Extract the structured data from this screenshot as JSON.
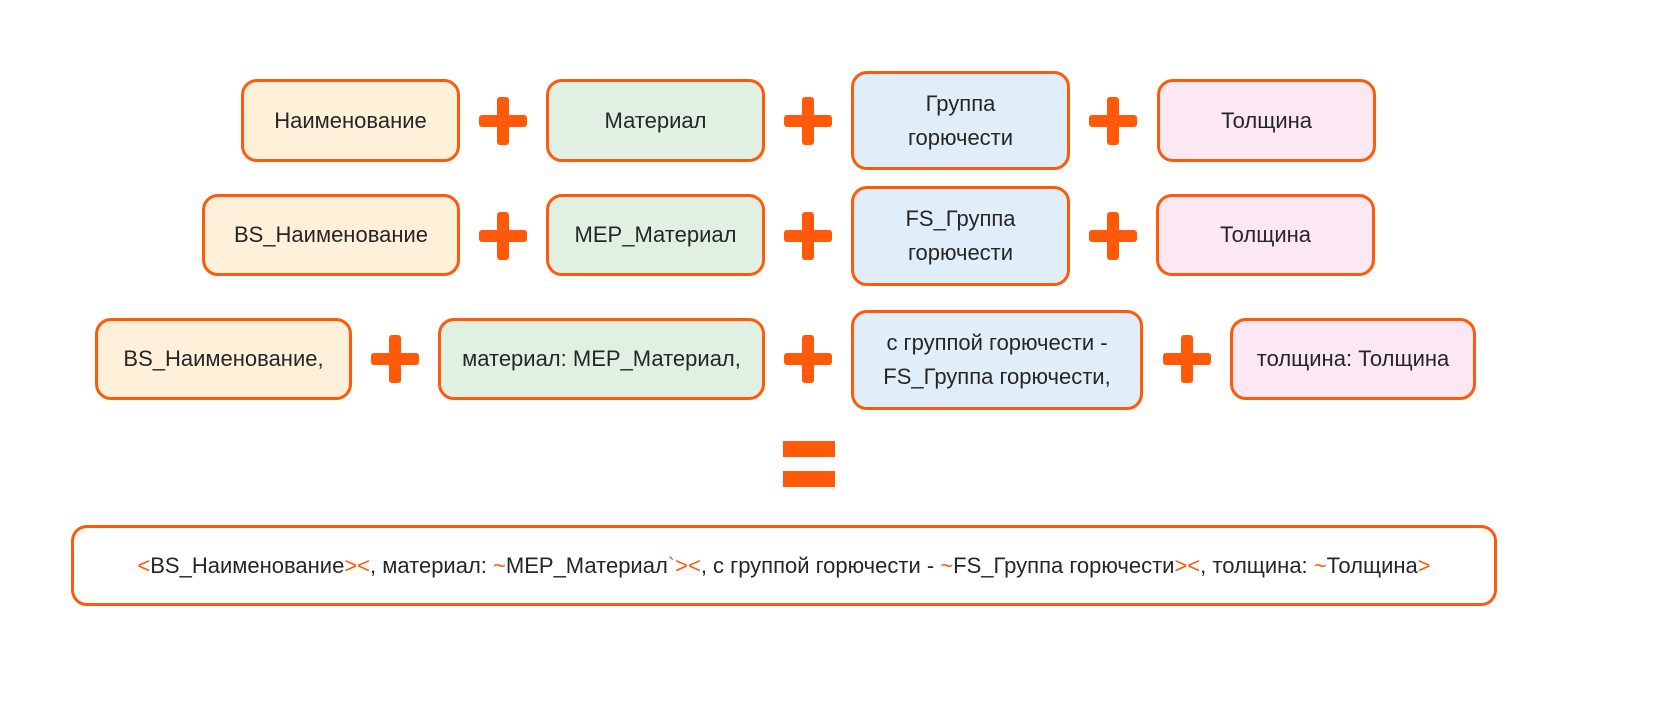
{
  "colors": {
    "accent": "#ff5a0a",
    "name_fill": "#fff1d9",
    "material_fill": "#e0f1e4",
    "group_fill": "#e0eefa",
    "thickness_fill": "#fbe8f2",
    "text": "#262626"
  },
  "rows": [
    {
      "name": "Наименование",
      "material": "Материал",
      "group_line1": "Группа",
      "group_line2": "горючести",
      "thickness": "Толщина"
    },
    {
      "name": "BS_Наименование",
      "material": "MEP_Материал",
      "group_line1": "FS_Группа",
      "group_line2": "горючести",
      "thickness": "Толщина"
    },
    {
      "name": "BS_Наименование,",
      "material": "материал: MEP_Материал,",
      "group_line1": "с группой горючести -",
      "group_line2": "FS_Группа горючести,",
      "thickness": "толщина: Толщина"
    }
  ],
  "operators": {
    "plus": "plus-icon",
    "equals": "equals-icon"
  },
  "result": {
    "segments": [
      {
        "text": "<",
        "accent": true
      },
      {
        "text": "BS_Наименование",
        "accent": false
      },
      {
        "text": "><",
        "accent": true
      },
      {
        "text": ", материал: ",
        "accent": false
      },
      {
        "text": "~",
        "accent": true
      },
      {
        "text": "MEP_Материал",
        "accent": false
      },
      {
        "text": "`",
        "accent": true
      },
      {
        "text": "><",
        "accent": true
      },
      {
        "text": ", с группой горючести - ",
        "accent": false
      },
      {
        "text": "~",
        "accent": true
      },
      {
        "text": "FS_Группа горючести",
        "accent": false
      },
      {
        "text": "><",
        "accent": true
      },
      {
        "text": ", толщина: ",
        "accent": false
      },
      {
        "text": "~",
        "accent": true
      },
      {
        "text": "Толщина",
        "accent": false
      },
      {
        "text": ">",
        "accent": true
      }
    ]
  }
}
